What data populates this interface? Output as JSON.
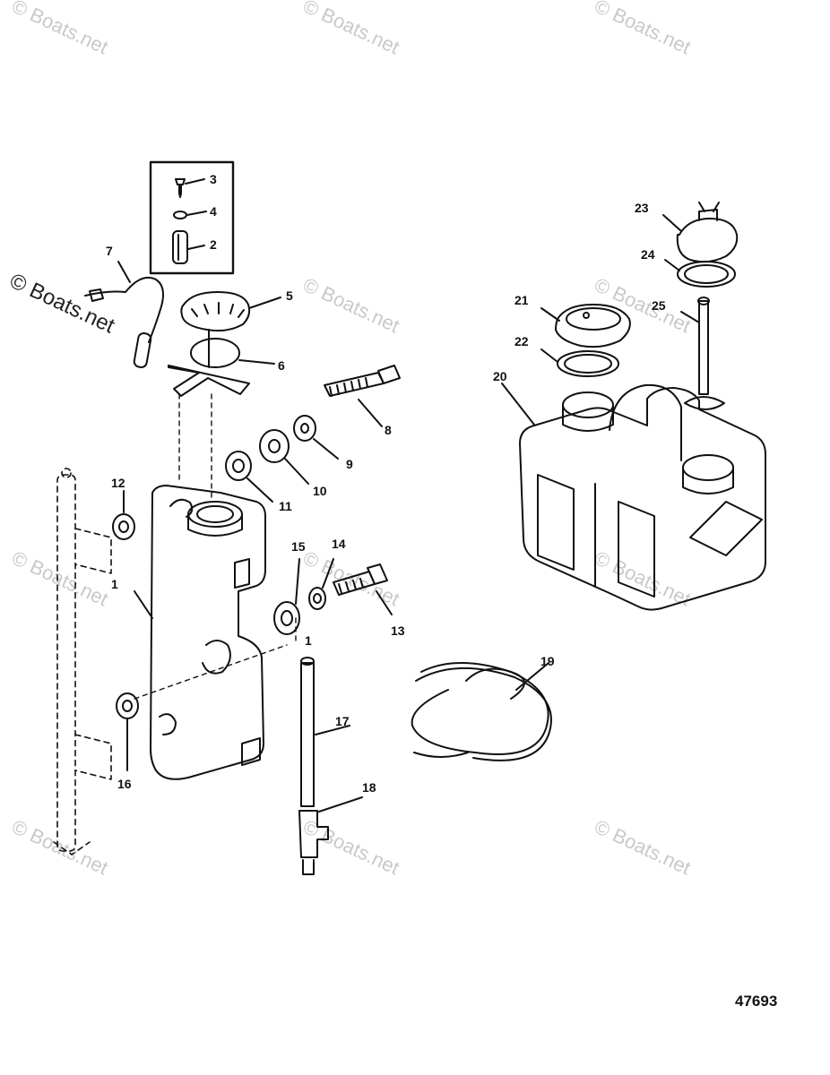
{
  "watermark": {
    "text": "© Boats.net",
    "prominent_text": "© Boats.net"
  },
  "figure_number": "47693",
  "callouts": {
    "c1a": "1",
    "c1b": "1",
    "c2": "2",
    "c3": "3",
    "c4": "4",
    "c5": "5",
    "c6": "6",
    "c7": "7",
    "c8": "8",
    "c9": "9",
    "c10": "10",
    "c11": "11",
    "c12": "12",
    "c13": "13",
    "c14": "14",
    "c15": "15",
    "c16": "16",
    "c17": "17",
    "c18": "18",
    "c19": "19",
    "c20": "20",
    "c21": "21",
    "c22": "22",
    "c23": "23",
    "c24": "24",
    "c25": "25"
  }
}
